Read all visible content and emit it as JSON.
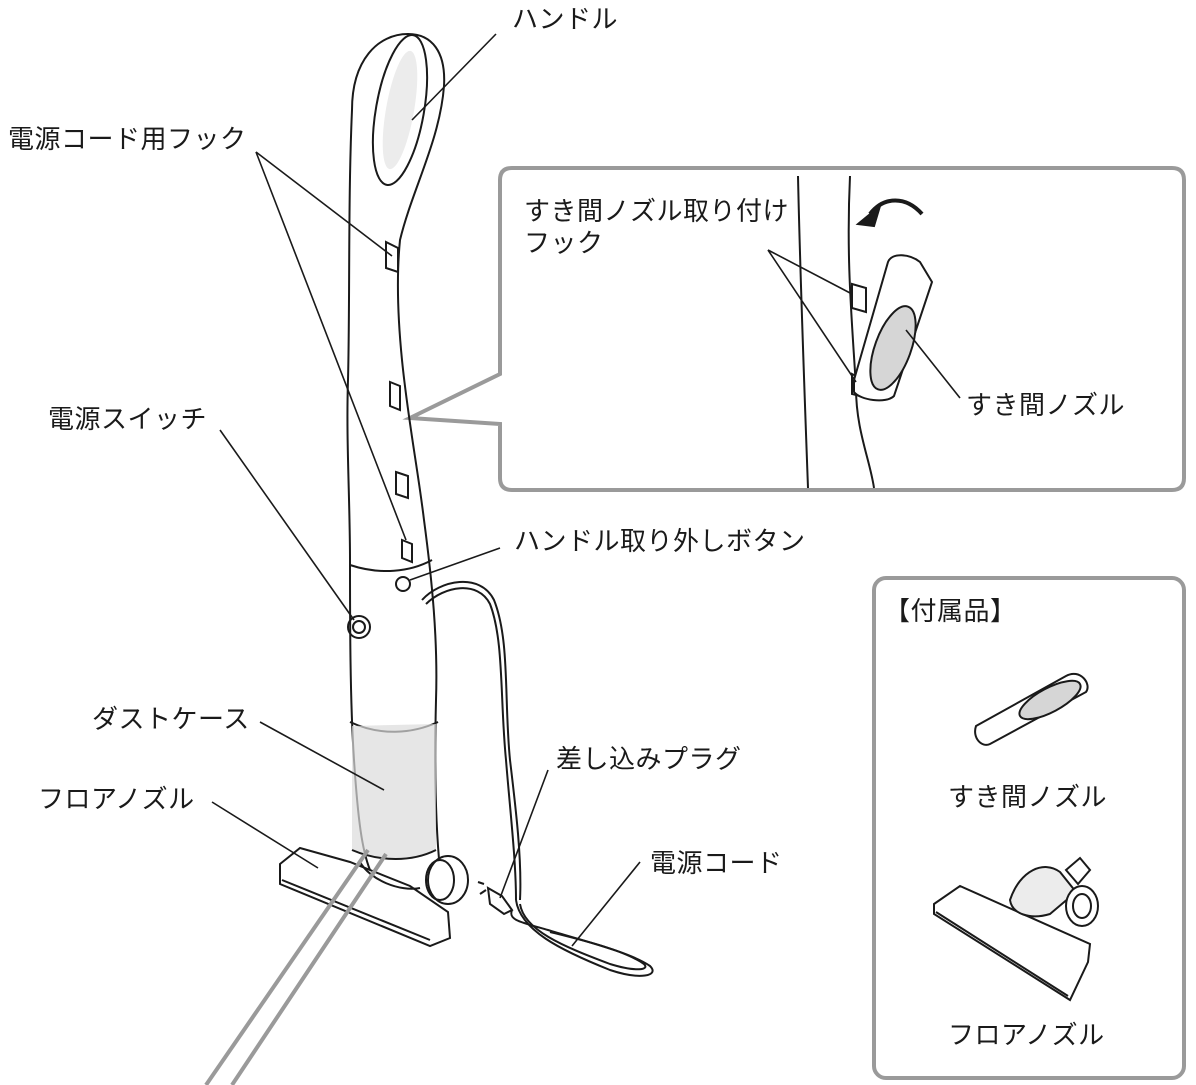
{
  "labels": {
    "handle": "ハンドル",
    "cord_hook": "電源コード用フック",
    "nozzle_hook_line1": "すき間ノズル取り付け",
    "nozzle_hook_line2": "フック",
    "crevice_nozzle_detail": "すき間ノズル",
    "power_switch": "電源スイッチ",
    "handle_release_button": "ハンドル取り外しボタン",
    "dust_case": "ダストケース",
    "floor_nozzle": "フロアノズル",
    "plug": "差し込みプラグ",
    "power_cord": "電源コード"
  },
  "accessories": {
    "heading": "【付属品】",
    "items": [
      {
        "label": "すき間ノズル"
      },
      {
        "label": "フロアノズル"
      }
    ]
  },
  "colors": {
    "line": "#1a1a1a",
    "frame": "#9a9a9a",
    "shade": "#dcdcdc"
  }
}
